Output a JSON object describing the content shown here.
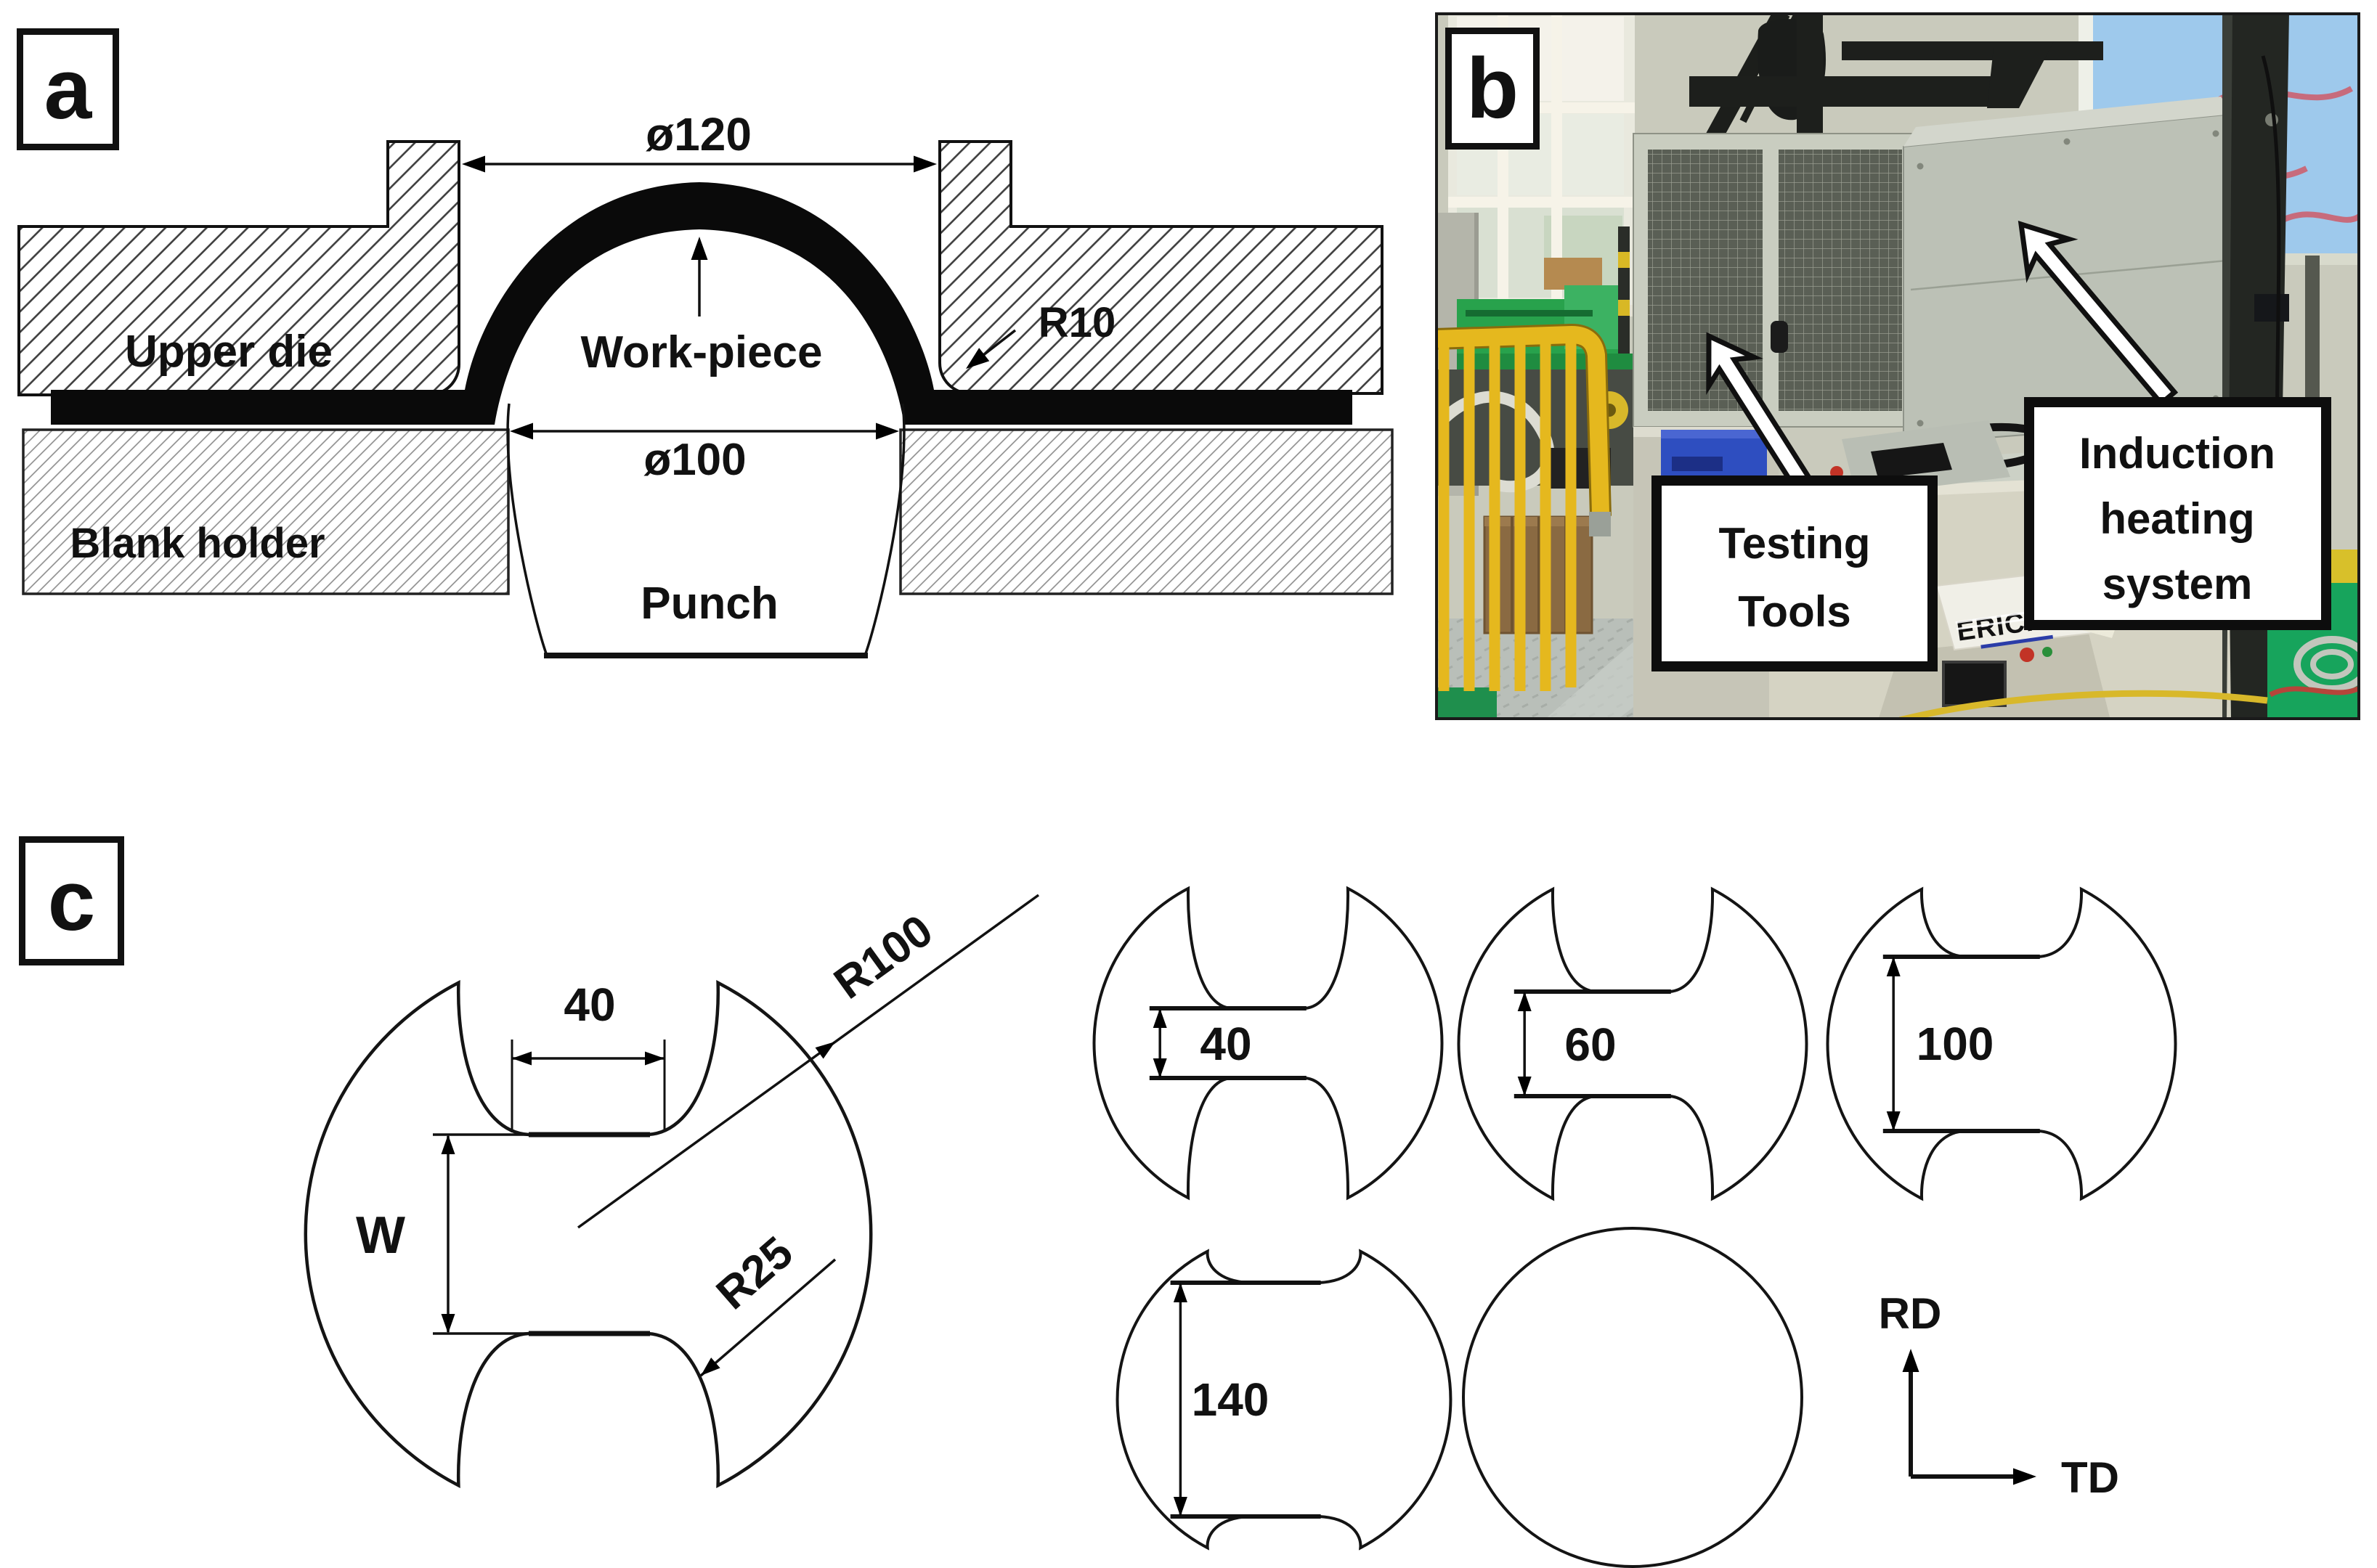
{
  "panels": {
    "a": {
      "tag": "a",
      "labels": {
        "upper_die": "Upper die",
        "blank_holder": "Blank holder",
        "work_piece": "Work-piece",
        "punch": "Punch"
      },
      "dims": {
        "die_opening": "ø120",
        "punch_diameter": "ø100",
        "die_radius": "R10"
      }
    },
    "b": {
      "tag": "b",
      "callouts": {
        "testing_tools": {
          "line1": "Testing",
          "line2": "Tools"
        },
        "induction": {
          "line1": "Induction",
          "line2": "heating",
          "line3": "system"
        }
      },
      "machine_brand": "ERICHSEN"
    },
    "c": {
      "tag": "c",
      "master_specimen": {
        "gauge_length": "40",
        "width_symbol": "W",
        "outer_radius": "R100",
        "fillet_radius": "R25"
      },
      "specimen_widths": [
        {
          "value": "40"
        },
        {
          "value": "60"
        },
        {
          "value": "100"
        },
        {
          "value": "140"
        }
      ],
      "axes": {
        "up": "RD",
        "right": "TD"
      }
    }
  },
  "colors": {
    "line_black": "#111111",
    "sheet_black": "#0a0a0a",
    "erichsen_blue": "#2b3da8",
    "railing_yellow": "#e5b81e",
    "floor_green": "#17a45c",
    "machine_green": "#28a24c",
    "cage_gray": "#c9cdc0",
    "cabinet_gray": "#bcc1b6",
    "blue_box": "#2e4ec0",
    "sky_blue": "#9ec9ec"
  }
}
